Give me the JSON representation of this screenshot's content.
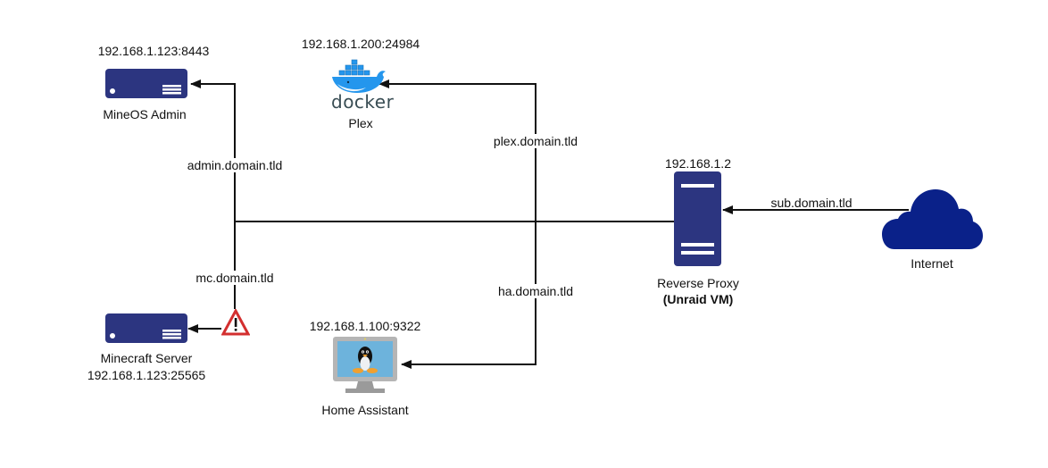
{
  "diagram": {
    "title": "",
    "colors": {
      "server": "#2c3580",
      "cloud": "#0a2189",
      "line": "#111111",
      "warning": "#d32f2f",
      "docker_blue": "#2496ed",
      "monitor_screen": "#6db3dc",
      "monitor_frame": "#b5b5b5"
    },
    "nodes": {
      "mineos": {
        "ip": "192.168.1.123:8443",
        "name": "MineOS Admin",
        "icon": "server-icon"
      },
      "plex": {
        "ip": "192.168.1.200:24984",
        "name": "Plex",
        "icon": "docker-icon",
        "logo_text": "docker"
      },
      "proxy": {
        "ip": "192.168.1.2",
        "name": "Reverse Proxy",
        "subtitle": "(Unraid VM)",
        "icon": "tower-server-icon"
      },
      "internet": {
        "name": "Internet",
        "icon": "cloud-icon"
      },
      "minecraft": {
        "name": "Minecraft Server",
        "ip": "192.168.1.123:25565",
        "icon": "server-icon",
        "warning_icon": "warning-triangle-icon"
      },
      "homeassistant": {
        "ip": "192.168.1.100:9322",
        "name": "Home Assistant",
        "icon": "linux-monitor-icon"
      }
    },
    "edges": [
      {
        "from": "internet",
        "to": "proxy",
        "label": "sub.domain.tld"
      },
      {
        "from": "proxy",
        "to": "mineos",
        "label": "admin.domain.tld"
      },
      {
        "from": "proxy",
        "to": "plex",
        "label": "plex.domain.tld"
      },
      {
        "from": "proxy",
        "to": "minecraft",
        "label": "mc.domain.tld"
      },
      {
        "from": "proxy",
        "to": "homeassistant",
        "label": "ha.domain.tld"
      }
    ]
  }
}
